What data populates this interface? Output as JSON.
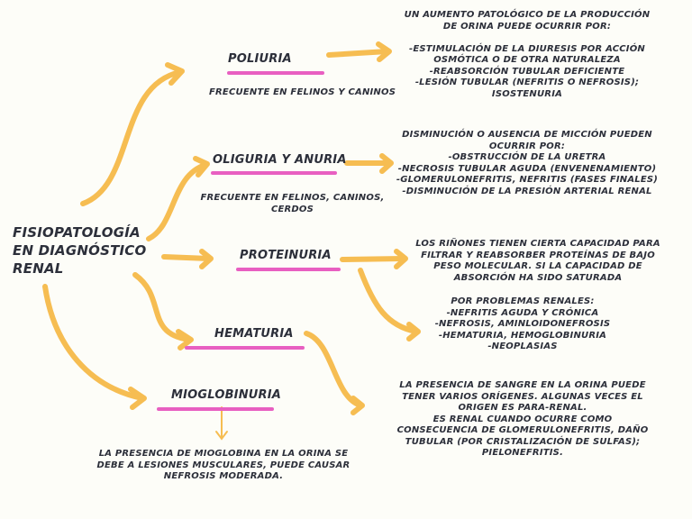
{
  "root": {
    "lines": [
      "Fisiopatología",
      "en diagnóstico",
      "renal"
    ]
  },
  "colors": {
    "arrow": "#f6bd52",
    "underline": "#e85fc1",
    "text": "#2c2f3a",
    "background": "#fdfdf8"
  },
  "poliuria": {
    "label": "Poliuria",
    "note": "Frecuente en felinos y caninos",
    "desc": [
      "Un aumento patológico de la producción",
      "de orina puede ocurrir por:",
      "",
      "-Estimulación de la diuresis por acción",
      "osmótica o de otra naturaleza",
      "-Reabsorción tubular deficiente",
      "-Lesión tubular (nefritis o nefrosis);",
      "isostenuria"
    ]
  },
  "oliguria": {
    "label": "Oliguria y anuria",
    "note": [
      "Frecuente en felinos, caninos,",
      "cerdos"
    ],
    "desc": [
      "Disminución o ausencia de micción pueden",
      "ocurrir por:",
      "-Obstrucción de la uretra",
      "-Necrosis tubular aguda (envenenamiento)",
      "-Glomerulonefritis, nefritis (fases finales)",
      "-Disminución de la presión arterial renal"
    ]
  },
  "proteinuria": {
    "label": "Proteinuria",
    "desc1": [
      "Los riñones tienen cierta capacidad para",
      "filtrar y reabsorber proteínas de bajo",
      "peso molecular. Si la capacidad de",
      "absorción ha sido saturada"
    ],
    "desc2": [
      "Por problemas renales:",
      "-Nefritis aguda y crónica",
      "-Nefrosis, aminloidonefrosis",
      "-Hematuria, hemoglobinuria",
      "-Neoplasias"
    ]
  },
  "hematuria": {
    "label": "Hematuria",
    "desc": [
      "La presencia de sangre en la orina puede",
      "tener varios orígenes. Algunas veces el",
      "origen es para-renal.",
      "Es renal cuando ocurre como",
      "consecuencia de glomerulonefritis, daño",
      "tubular (por cristalización de sulfas);",
      "pielonefritis."
    ]
  },
  "mioglobinuria": {
    "label": "Mioglobinuria",
    "desc": [
      "La presencia de mioglobina en la orina se",
      "debe a lesiones musculares, puede causar",
      "nefrosis moderada."
    ]
  }
}
